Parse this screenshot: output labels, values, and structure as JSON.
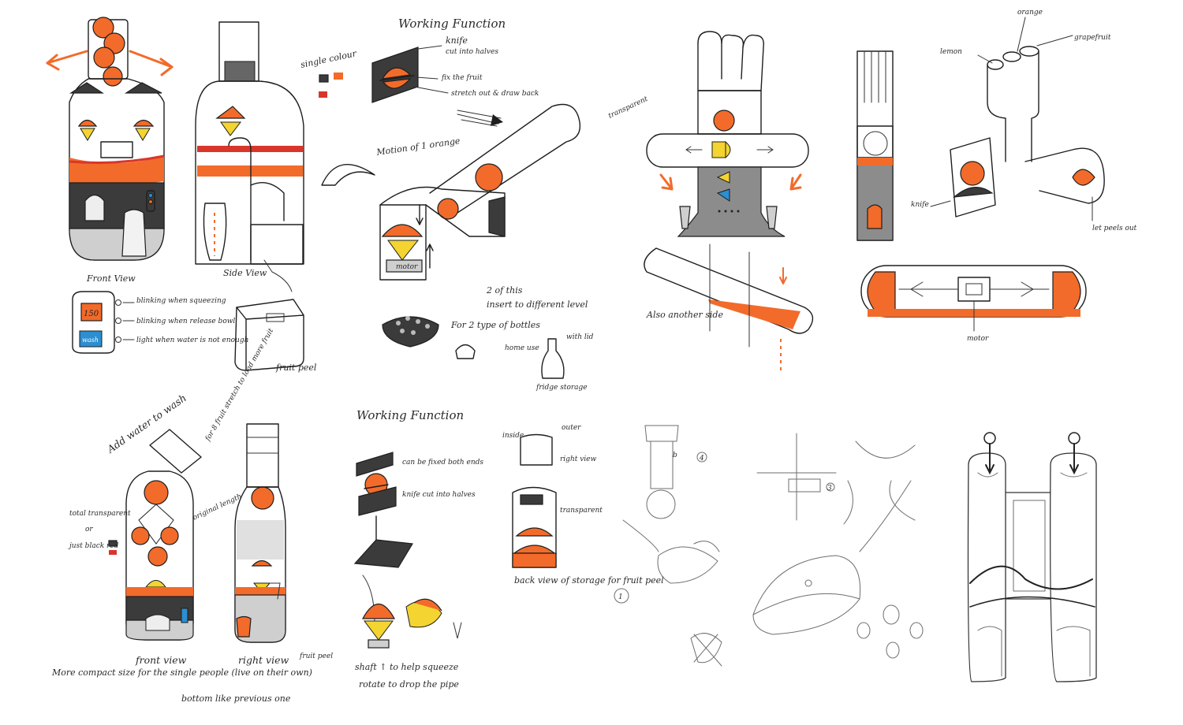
{
  "labels": {
    "front_view_1": "Front View",
    "side_view": "Side View",
    "single_colour": "single colour",
    "working_function_1": "Working Function",
    "knife_1": "knife",
    "cut_into_halves_1": "cut into halves",
    "fix_the_fruit": "fix the fruit",
    "stretch_out": "stretch out & draw back",
    "motion_of_orange": "Motion of 1 orange",
    "motor_1": "motor",
    "two_of_this": "2 of this",
    "insert_different_level": "insert to different level",
    "for_2_bottles": "For 2 type of bottles",
    "home_use": "home use",
    "with_lid": "with lid",
    "fridge_storage": "fridge storage",
    "fruit_peel_1": "fruit peel",
    "blinking_squeezing": "blinking when squeezing",
    "blinking_release": "blinking when release bowl",
    "light_water": "light when water is not enough",
    "display_150": "150",
    "display_wash": "wash",
    "transparent_1": "transparent",
    "also_another_side": "Also another side",
    "orange": "orange",
    "lemon": "lemon",
    "grapefruit": "grapefruit",
    "knife_2": "knife",
    "let_peels_out": "let peels out",
    "motor_2": "motor",
    "add_water": "Add water to wash",
    "for_fruit_load": "for 8 fruit stretch to load more fruit",
    "original_length": "original length",
    "total_transparent": "total transparent",
    "or": "or",
    "just_black_red": "just black red",
    "more_compact": "More compact size for the single people (live on their own)",
    "front_view_2": "front view",
    "bottom_like": "bottom like previous one",
    "right_view_1": "right view",
    "fruit_peel_2": "fruit peel",
    "working_function_2": "Working Function",
    "can_be_fixed": "can be fixed both ends",
    "knife_cut_halves": "knife cut into halves",
    "shaft_help": "shaft ↑ to help squeeze",
    "rotate_drop": "rotate to drop the pipe",
    "inside": "inside",
    "outer": "outer",
    "right_view_2": "right view",
    "transparent_2": "transparent",
    "back_view": "back view of storage for fruit peel",
    "circle_1": "1",
    "circle_3": "3",
    "circle_4": "4",
    "circle_b": "b"
  },
  "colors": {
    "accent_orange": "#f26b2a",
    "lemon_yellow": "#f3d431",
    "grey": "#8c8c8c",
    "dark": "#3b3b3b",
    "blue": "#2b8fd1",
    "red": "#d9362b"
  }
}
